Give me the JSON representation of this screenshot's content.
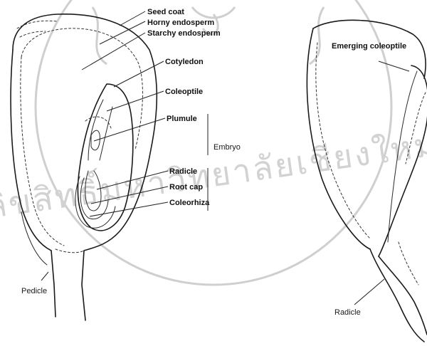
{
  "labels": {
    "seed_coat": "Seed coat",
    "horny_endosperm": "Horny endosperm",
    "starchy_endosperm": "Starchy endosperm",
    "cotyledon": "Cotyledon",
    "coleoptile": "Coleoptile",
    "plumule": "Plumule",
    "embryo": "Embryo",
    "radicle": "Radicle",
    "root_cap": "Root cap",
    "coleorhiza": "Coleorhiza",
    "pedicle": "Pedicle",
    "emerging_coleoptile": "Emerging coleoptile",
    "radicle_right": "Radicle"
  },
  "watermark": {
    "text": "ลิขสิทธิ์มหาวิทยาลัยเชียงใหม่"
  },
  "colors": {
    "ink": "#1a1a1a",
    "watermark": "#d2d2d2",
    "background": "#ffffff"
  }
}
